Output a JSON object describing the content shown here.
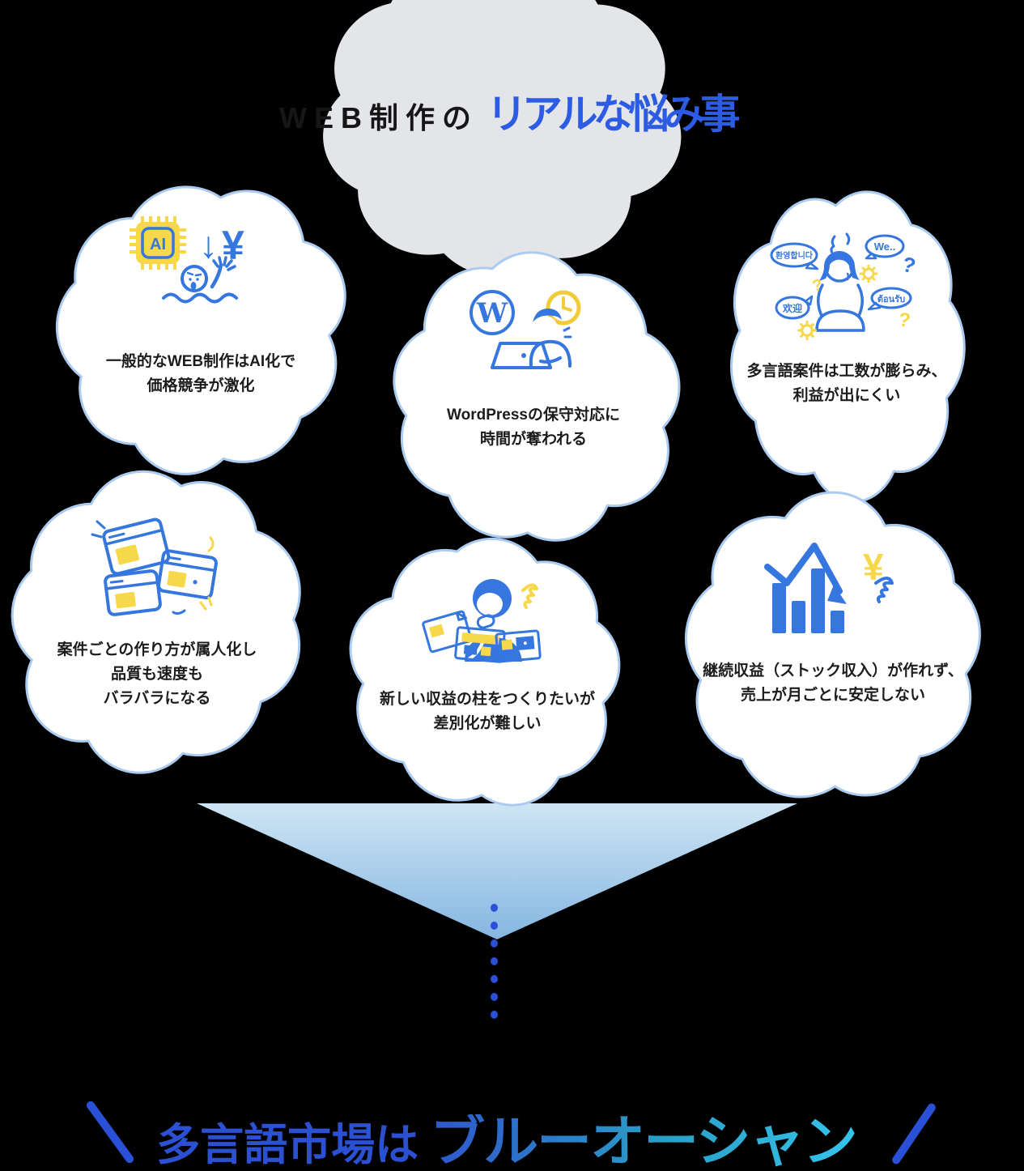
{
  "theme": {
    "bg": "#000000",
    "card-fill": "#ffffff",
    "card-border": "#abcbf0",
    "cloud-gray": "#e4e5e9",
    "text-dark": "#1c1c1c",
    "title-blue": "#2c5ce4",
    "icon-blue": "#3577de",
    "icon-yellow": "#f7d84b",
    "clock-yellow": "#f2cb3a",
    "funnel-top": "#cfe5f4",
    "funnel-bottom": "#85b6e1",
    "dot-blue": "#2b4fd6",
    "slash-blue": "#2b50d8",
    "footer-blue": "#2b50d2",
    "grad-from": "#2e56cc",
    "grad-mid": "#2a9fc6",
    "grad-to": "#35c4ec"
  },
  "header": {
    "title_black": "WEB制作の",
    "title_blue": "リアルな悩み事"
  },
  "cards": [
    {
      "name": "ai-price-competition",
      "icon": "ai-chip-drowning-icon",
      "lines": [
        "一般的なWEB制作はAI化で",
        "価格競争が激化"
      ]
    },
    {
      "name": "wordpress-maintenance",
      "icon": "wordpress-clock-laptop-icon",
      "lines": [
        "WordPressの保守対応に",
        "時間が奪われる"
      ]
    },
    {
      "name": "multilingual-workload",
      "icon": "multilingual-confusion-icon",
      "lines": [
        "多言語案件は工数が膨らみ、",
        "利益が出にくい"
      ],
      "bubbles": [
        "환영합니다",
        "We..",
        "欢迎",
        "ต้อนรับ"
      ]
    },
    {
      "name": "personalized-workflow",
      "icon": "scattered-browser-windows-icon",
      "lines": [
        "案件ごとの作り方が属人化し",
        "品質も速度も",
        "バラバラになる"
      ]
    },
    {
      "name": "new-revenue-pillar",
      "icon": "thinking-person-cards-icon",
      "lines": [
        "新しい収益の柱をつくりたいが",
        "差別化が難しい"
      ]
    },
    {
      "name": "unstable-stock-income",
      "icon": "declining-chart-yen-icon",
      "lines": [
        "継続収益（ストック収入）が作れず、",
        "売上が月ごとに安定しない"
      ]
    }
  ],
  "icons": {
    "ai_label": "AI",
    "down_arrow": "↓",
    "yen": "¥",
    "wp_letter": "W",
    "question_mark": "?"
  },
  "footer": {
    "prefix": "多言語市場は",
    "highlight": "ブルーオーシャン"
  }
}
